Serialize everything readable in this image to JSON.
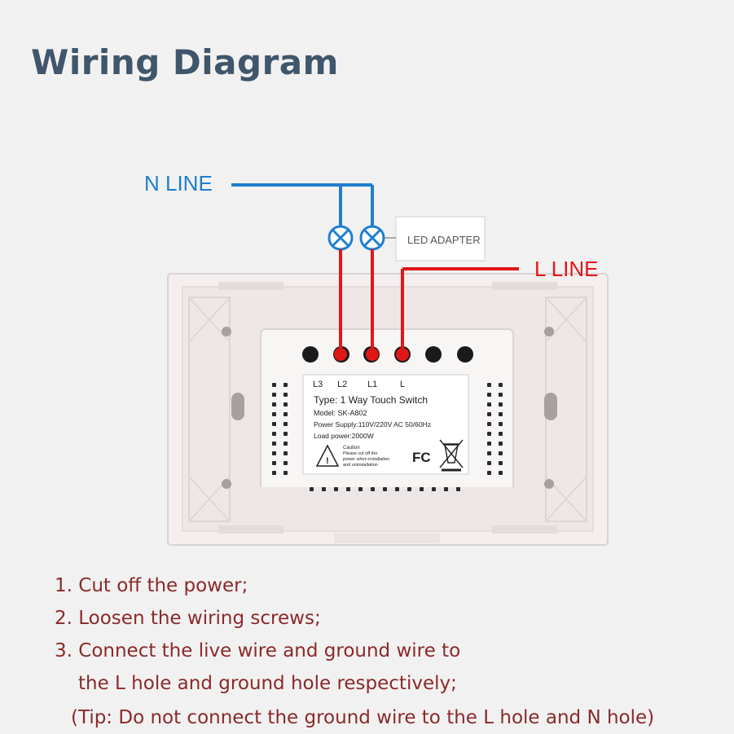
{
  "title": "Wiring Diagram",
  "diagram": {
    "n_line_label": "N LINE",
    "l_line_label": "L LINE",
    "led_adapter_label": "LED ADAPTER",
    "n_line_color": "#1e7fd0",
    "l_line_color": "#e01717",
    "terminals": [
      "L3",
      "L2",
      "L1",
      "L"
    ],
    "label_plate": {
      "type": "Type: 1 Way Touch Switch",
      "model": "Model: SK-A802",
      "power_supply": "Power Supply:110V/220V AC  50/60Hz",
      "load_power": "Load power:2000W",
      "caution_title": "Caution",
      "caution_line1": "Please cut off the",
      "caution_line2": "power when installation",
      "caution_line3": "and uninstallation",
      "fcc_mark": "FC"
    }
  },
  "instructions": {
    "step1": "1. Cut off the power;",
    "step2": "2. Loosen the wiring screws;",
    "step3_line1": "3. Connect the live wire and ground wire to",
    "step3_line2": "the L hole and ground hole respectively;",
    "tip": "(Tip: Do not connect the ground wire to the L hole and N hole)"
  }
}
